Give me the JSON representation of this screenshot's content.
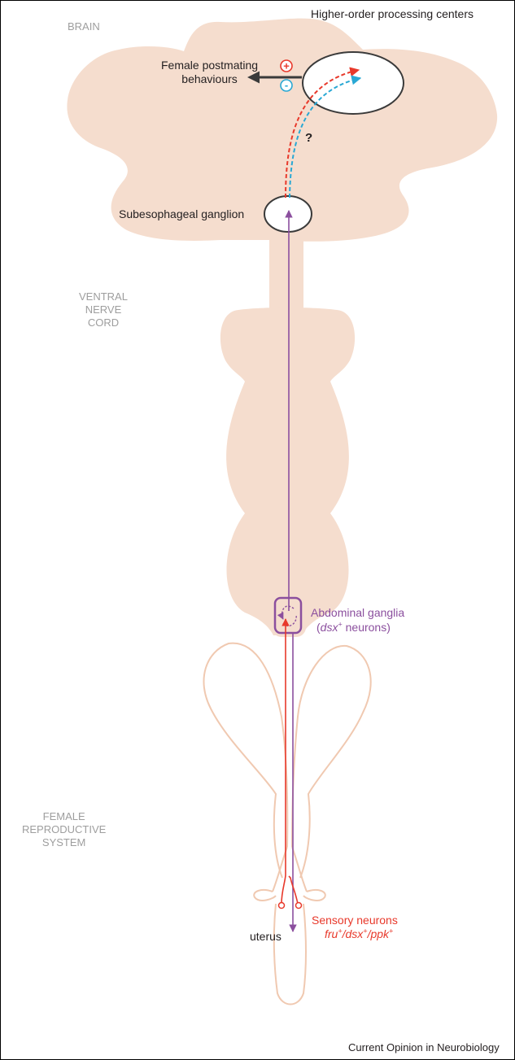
{
  "regions": {
    "brain": "BRAIN",
    "vnc": [
      "VENTRAL",
      "NERVE",
      "CORD"
    ],
    "frs": [
      "FEMALE",
      "REPRODUCTIVE",
      "SYSTEM"
    ]
  },
  "labels": {
    "higher_order": "Higher-order processing centers",
    "behaviour_line1": "Female postmating",
    "behaviour_line2": "behaviours",
    "question": "?",
    "seg": "Subesophageal ganglion",
    "abdominal": "Abdominal ganglia",
    "dsx_open": "(",
    "dsx_gene": "dsx",
    "dsx_sup": "+",
    "dsx_rest": " neurons)",
    "sensory": "Sensory neurons",
    "fru": "fru",
    "dsx": "dsx",
    "ppk": "ppk",
    "plus": "+",
    "slash": "/",
    "uterus": "uterus",
    "plus_sign": "+",
    "minus_sign": "-",
    "footer": "Current Opinion in Neurobiology"
  },
  "colors": {
    "tissue": "#f5ddce",
    "repro_outline": "#f0c9b1",
    "purple": "#8b4f9e",
    "red": "#e8392b",
    "blue": "#29a8d4",
    "dark": "#231f20",
    "region_text": "#9e9e9e"
  }
}
